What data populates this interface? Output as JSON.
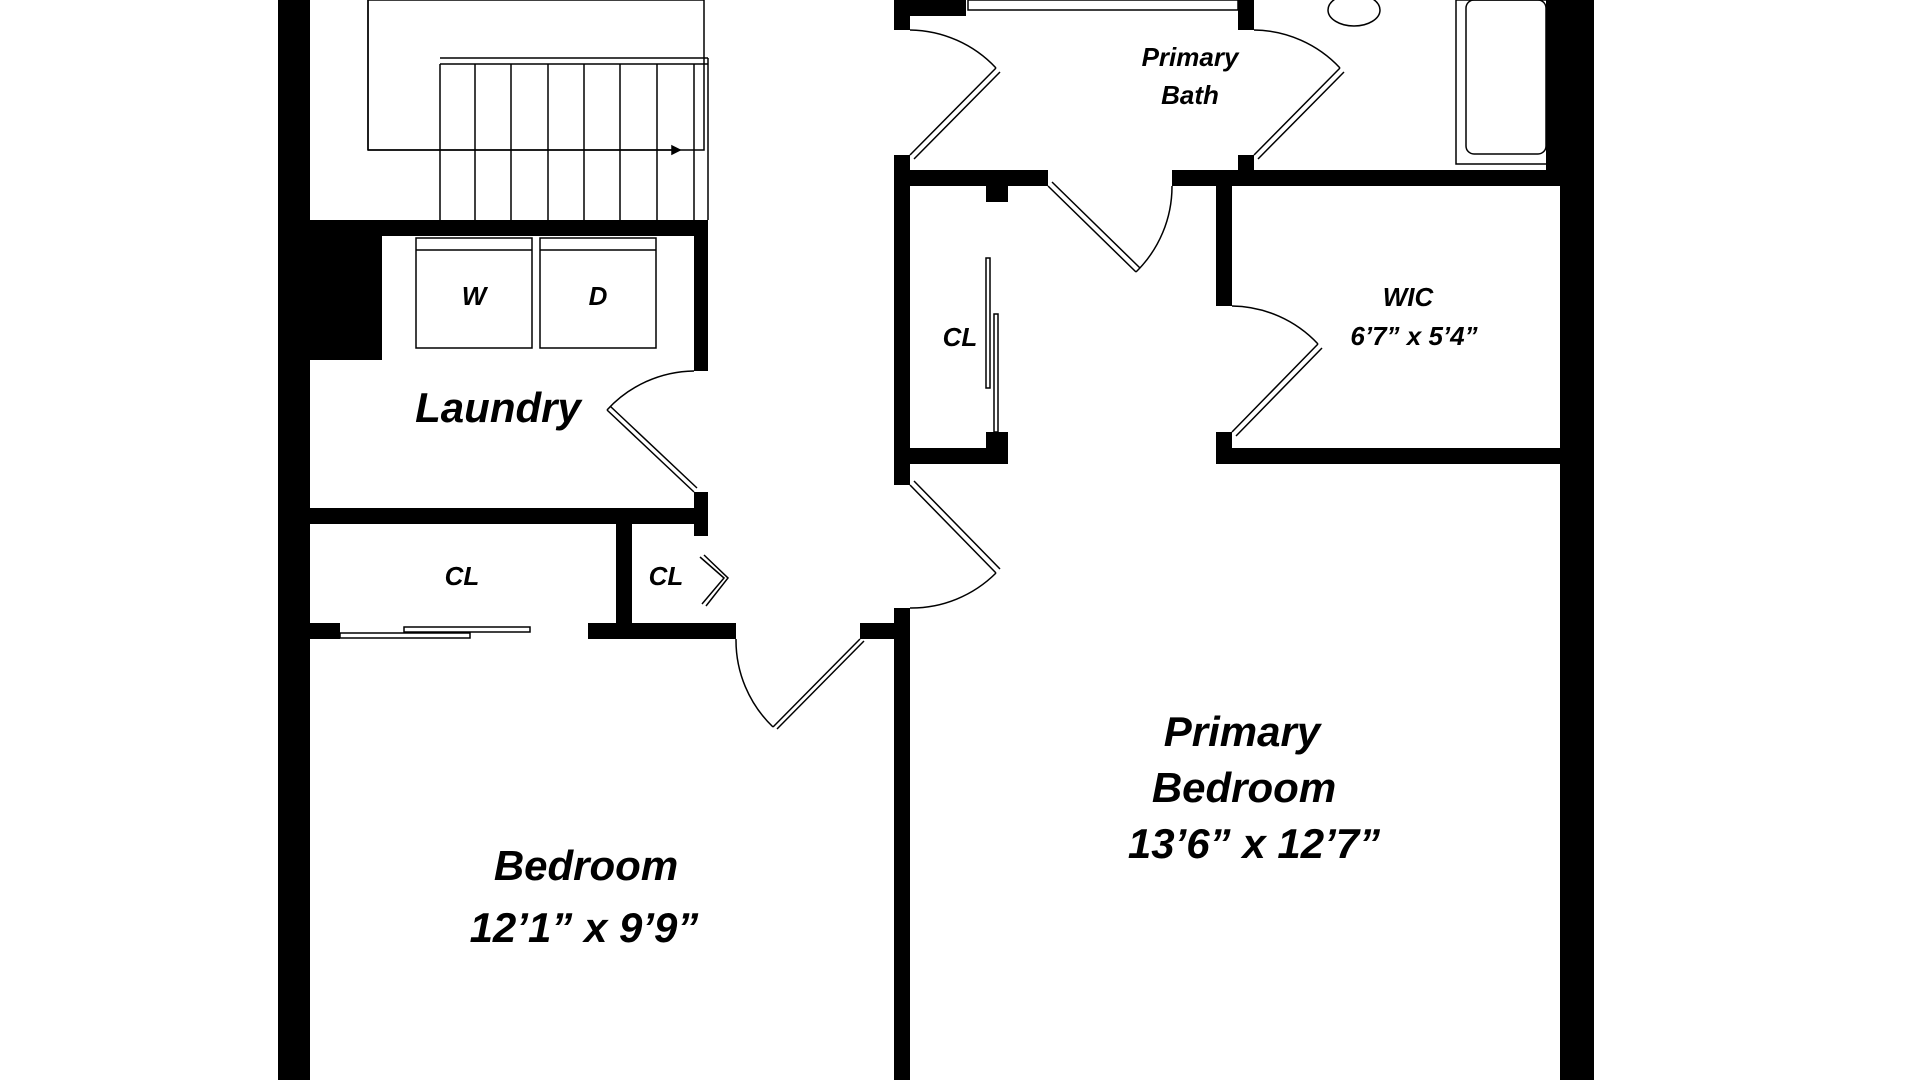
{
  "colors": {
    "wall": "#000000",
    "background": "#ffffff",
    "line": "#000000"
  },
  "rooms": {
    "primary_bath": {
      "name_line1": "Primary",
      "name_line2": "Bath"
    },
    "laundry": {
      "name": "Laundry",
      "washer": "W",
      "dryer": "D"
    },
    "closet_left": {
      "name": "CL"
    },
    "closet_small": {
      "name": "CL"
    },
    "closet_primary": {
      "name": "CL"
    },
    "wic": {
      "name": "WIC",
      "dimensions": "6’7” x 5’4”"
    },
    "bedroom": {
      "name": "Bedroom",
      "dimensions": "12’1” x 9’9”"
    },
    "primary_bedroom": {
      "name_line1": "Primary",
      "name_line2": "Bedroom",
      "dimensions": "13’6” x 12’7”"
    }
  }
}
